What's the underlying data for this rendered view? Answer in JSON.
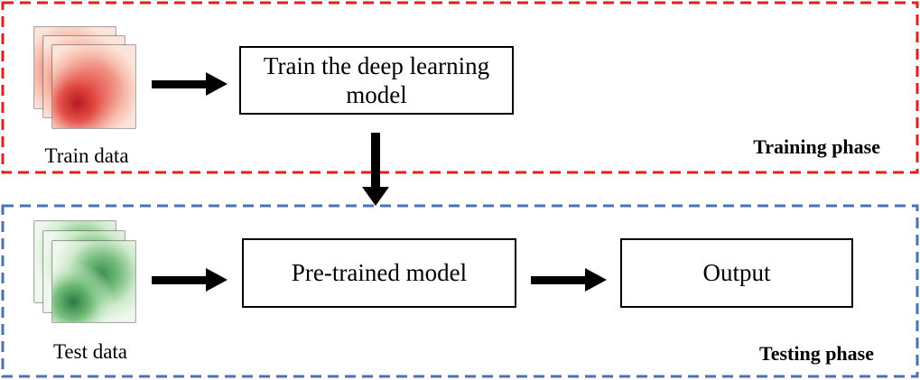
{
  "training": {
    "phase_label": "Training phase",
    "data_caption": "Train data",
    "box_line1": "Train the deep learning",
    "box_line2": "model",
    "border_color": "#e01f1f",
    "heatmap_color": "#d62020"
  },
  "testing": {
    "phase_label": "Testing phase",
    "data_caption": "Test data",
    "pretrained_label": "Pre-trained model",
    "output_label": "Output",
    "border_color": "#4a72b8",
    "heatmap_color": "#1f8a3a"
  }
}
